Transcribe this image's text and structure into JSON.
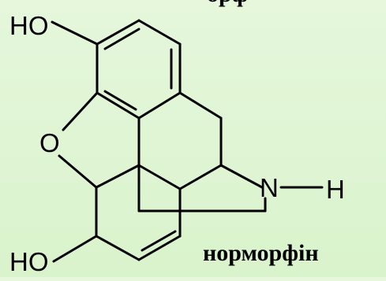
{
  "atoms": {
    "ho_top": "HO",
    "oxygen": "O",
    "nitrogen": "N",
    "hydrogen": "H",
    "ho_bottom": "HO"
  },
  "caption": "норморфін",
  "top_label_partial": "орф",
  "colors": {
    "background": "#dcf4cf",
    "bond": "#000000"
  }
}
